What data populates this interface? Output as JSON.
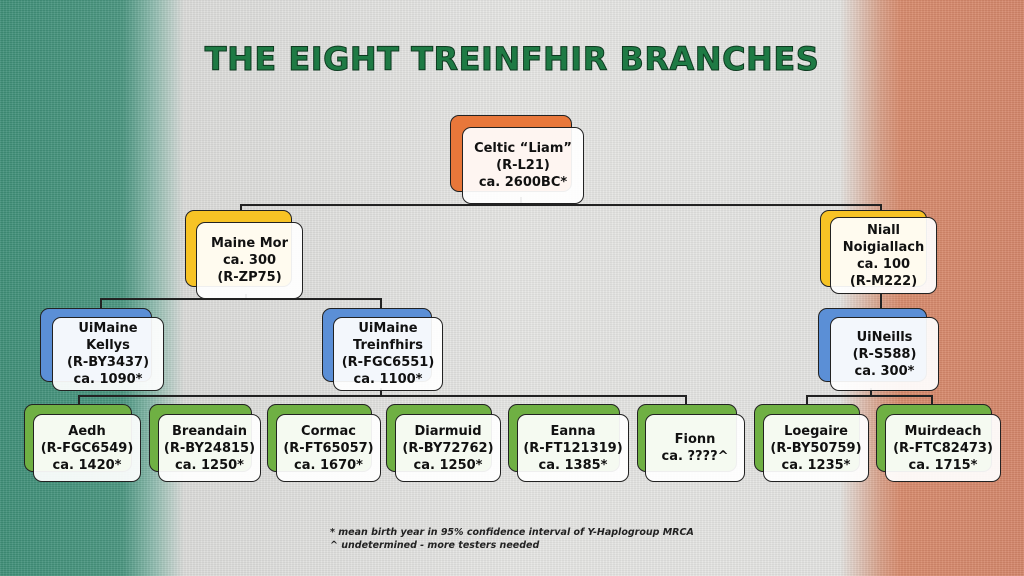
{
  "title": "THE EIGHT TREINFHIR BRANCHES",
  "colors": {
    "root": "#e8773a",
    "level1": "#f7c325",
    "level2": "#5b8fd6",
    "leaf": "#6fb043",
    "title": "#1e7a44"
  },
  "nodes": {
    "celtic": [
      "Celtic “Liam”",
      "(R-L21)",
      "ca. 2600BC*"
    ],
    "maine_mor": [
      "Maine Mor",
      "ca. 300",
      "(R-ZP75)"
    ],
    "niall": [
      "Niall",
      "Noigiallach",
      "ca. 100",
      "(R-M222)"
    ],
    "kellys": [
      "UiMaine",
      "Kellys",
      "(R-BY3437)",
      "ca. 1090*"
    ],
    "treinfhirs": [
      "UiMaine",
      "Treinfhirs",
      "(R-FGC6551)",
      "ca. 1100*"
    ],
    "uineills": [
      "UiNeills",
      "(R-S588)",
      "ca. 300*"
    ],
    "aedh": [
      "Aedh",
      "(R-FGC6549)",
      "ca. 1420*"
    ],
    "breandain": [
      "Breandain",
      "(R-BY24815)",
      "ca. 1250*"
    ],
    "cormac": [
      "Cormac",
      "(R-FT65057)",
      "ca. 1670*"
    ],
    "diarmuid": [
      "Diarmuid",
      "(R-BY72762)",
      "ca. 1250*"
    ],
    "eanna": [
      "Eanna",
      "(R-FT121319)",
      "ca. 1385*"
    ],
    "fionn": [
      "Fionn",
      "ca. ????^"
    ],
    "loegaire": [
      "Loegaire",
      "(R-BY50759)",
      "ca. 1235*"
    ],
    "muirdeach": [
      "Muirdeach",
      "(R-FTC82473)",
      "ca. 1715*"
    ]
  },
  "footnotes": [
    "* mean birth year in 95% confidence interval of Y-Haplogroup MRCA",
    "^ undetermined - more testers needed"
  ]
}
